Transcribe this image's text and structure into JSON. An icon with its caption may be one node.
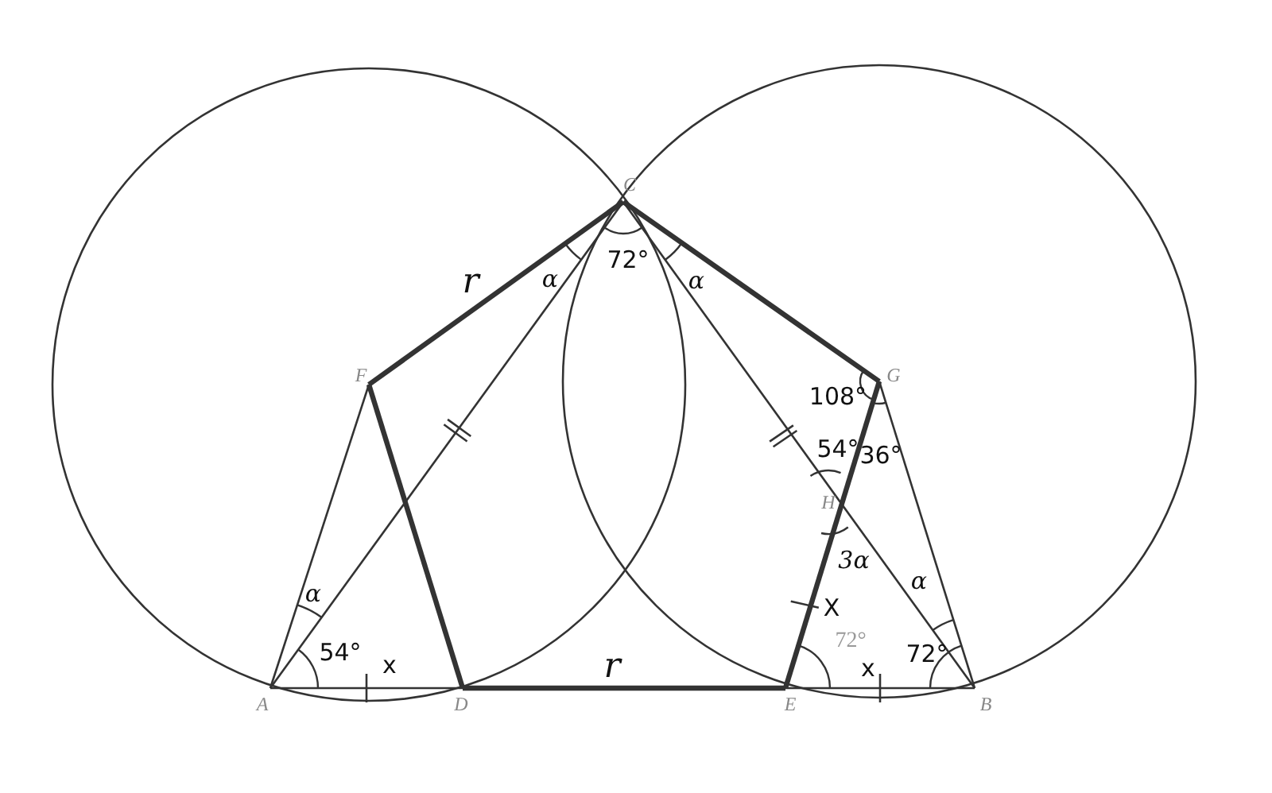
{
  "diagram": {
    "labels": [
      "C",
      "72°",
      "α",
      "α",
      "r",
      "F",
      "G",
      "108°",
      "54°",
      "36°",
      "H",
      "3α",
      "α",
      "X",
      "α",
      "72°",
      "54°",
      "x",
      "r",
      "x",
      "72°",
      "A",
      "D",
      "E",
      "B"
    ]
  }
}
